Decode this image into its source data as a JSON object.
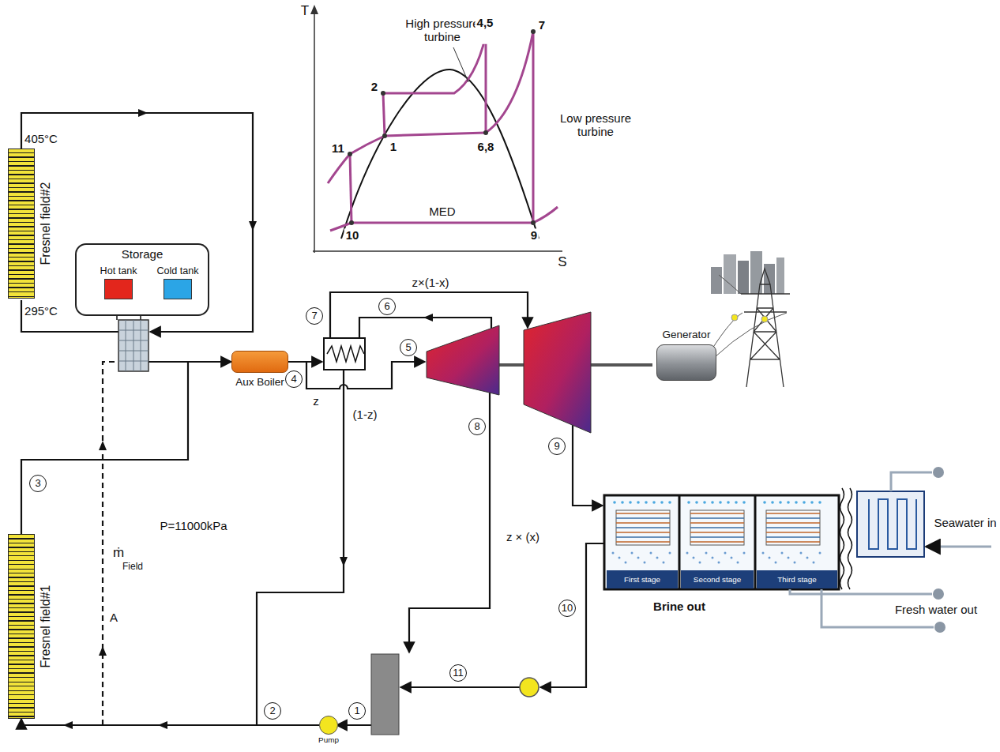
{
  "diagram": {
    "nodes": [
      {
        "text": [
          "Fresnel field#2"
        ]
      },
      {
        "text": [
          "Storage"
        ]
      },
      {
        "text": [
          "Hot tank"
        ],
        "in": 1
      },
      {
        "text": [
          "Cold tank"
        ],
        "in": 1
      },
      {
        "text": [
          "Aux Boiler"
        ]
      },
      {
        "text": [
          "Generator"
        ]
      },
      {
        "text": [
          "First stage"
        ]
      },
      {
        "text": [
          "Second stage"
        ]
      },
      {
        "text": [
          "Third stage"
        ]
      },
      {
        "text": [
          "Fresnel field#1"
        ]
      },
      {
        "text": [
          "Pump"
        ]
      }
    ],
    "edges": [
      {
        "from": 9,
        "to": 4,
        "arrow": "to"
      },
      {
        "from": 10,
        "to": 9,
        "arrow": "to"
      }
    ],
    "labels": [
      "T",
      "High pressure turbine",
      "4,5",
      "7",
      "2",
      "1",
      "6,8",
      "Low pressure turbine",
      "11",
      "10",
      "MED",
      "9",
      "S",
      "405°C",
      "295°C",
      "z×(1-x)",
      "z",
      "(1-z)",
      "z × (x)",
      "ṁ",
      "Field",
      "A",
      "P=11000kPa",
      "7",
      "6",
      "4",
      "5",
      "3",
      "8",
      "9",
      "10",
      "11",
      "2",
      "1",
      "Brine out",
      "Seawater in",
      "Fresh water out"
    ]
  }
}
